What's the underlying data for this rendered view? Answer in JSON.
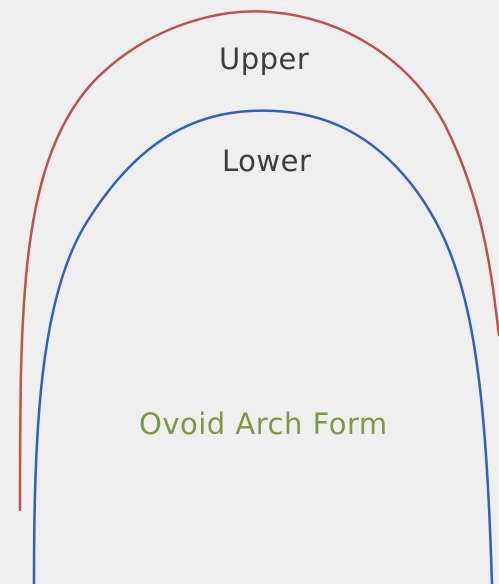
{
  "diagram": {
    "upper_label": "Upper",
    "lower_label": "Lower",
    "form_label": "Ovoid Arch Form"
  },
  "colors": {
    "background": "#efefef",
    "upper_curve": "#c0504d",
    "lower_curve": "#2f5fc4",
    "label_text": "#3d3d3d",
    "form_label": "#7a9a45"
  }
}
